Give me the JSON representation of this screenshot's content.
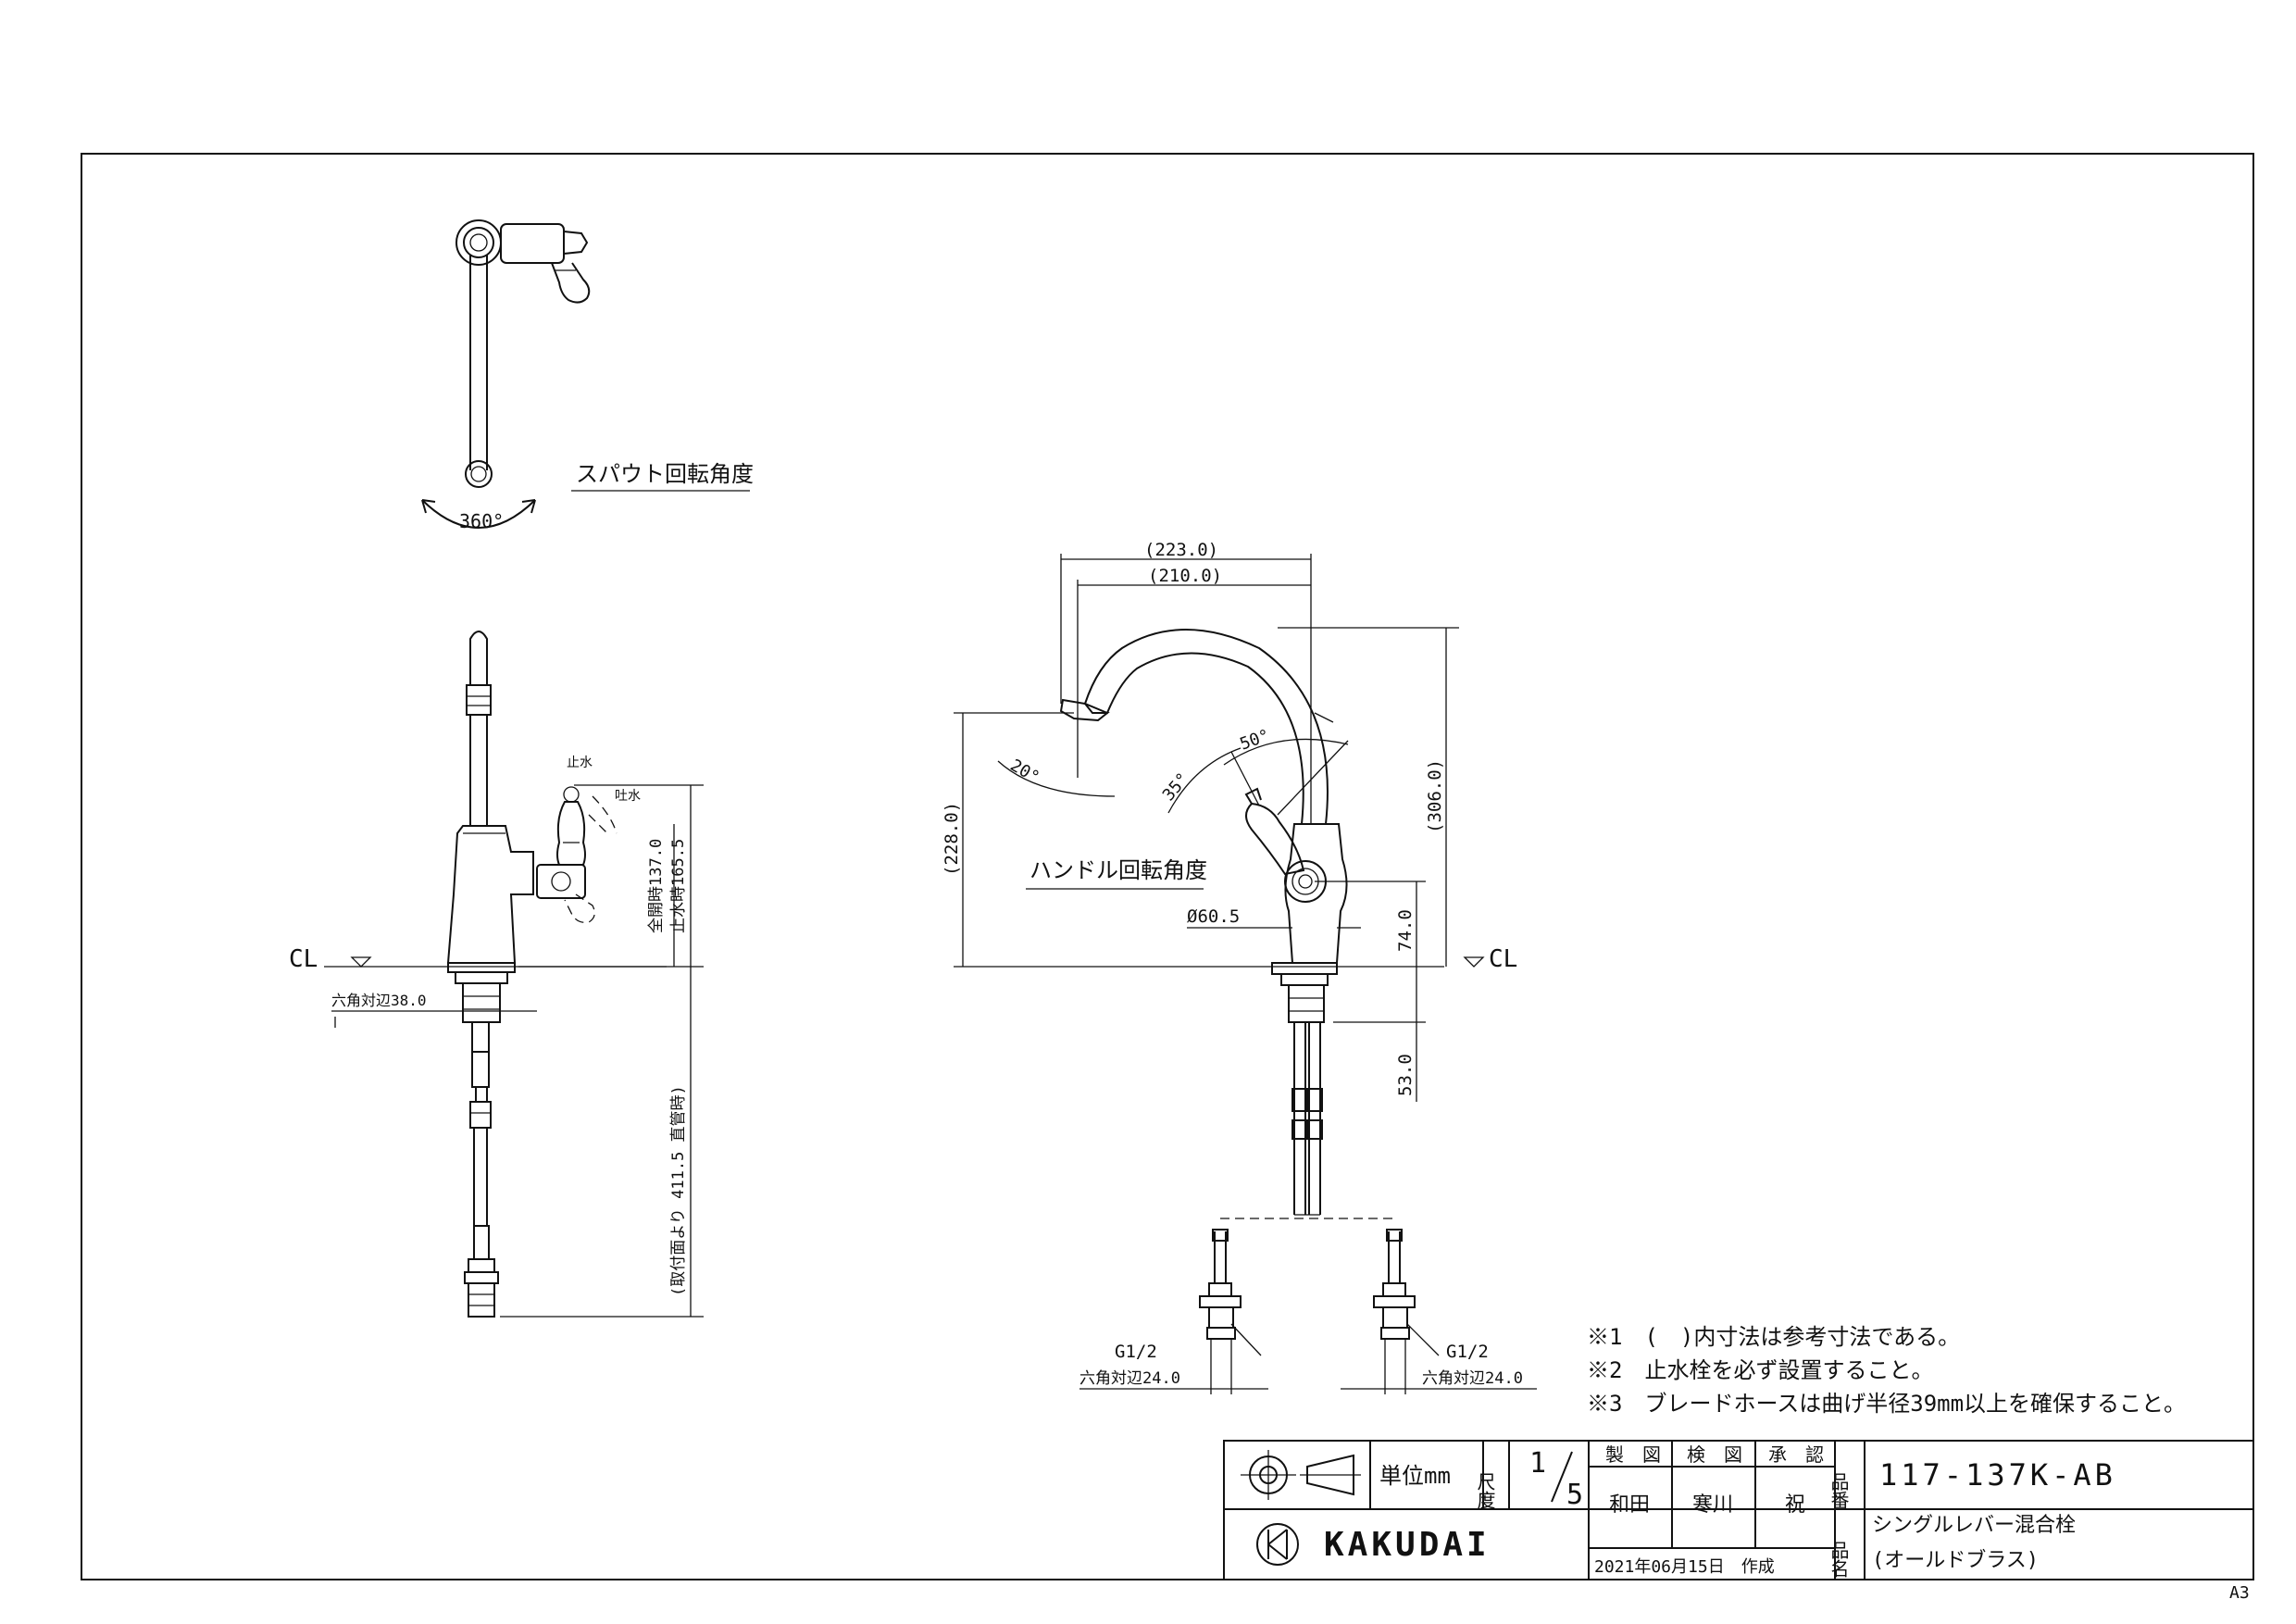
{
  "labels": {
    "spout_rotation": "スパウト回転角度",
    "spout_angle": "360°",
    "handle_rotation": "ハンドル回転角度",
    "stop_water": "止水",
    "spout_water": "吐水",
    "cl_left": "CL",
    "cl_right": "CL"
  },
  "dimensions": {
    "hex_flat_38": "六角対辺38.0",
    "full_open_137": "全開時137.0",
    "stop_165": "止水時165.5",
    "mount_411": "(取付面より 411.5 直管時)",
    "d223": "(223.0)",
    "d210": "(210.0)",
    "d306": "(306.0)",
    "d228": "(228.0)",
    "d74": "74.0",
    "d53": "53.0",
    "phi60": "Ø60.5",
    "ang20": "20°",
    "ang35": "35°",
    "ang50": "50°",
    "g12_left": "G1/2",
    "g12_right": "G1/2",
    "hex24_left": "六角対辺24.0",
    "hex24_right": "六角対辺24.0"
  },
  "notes": [
    "※1　(　)内寸法は参考寸法である。",
    "※2　止水栓を必ず設置すること。",
    "※3　ブレードホースは曲げ半径39mm以上を確保すること。"
  ],
  "title_block": {
    "unit": "単位mm",
    "scale_label": "尺度",
    "scale_num": "1",
    "scale_den": "5",
    "drawn_label": "製　図",
    "checked_label": "検　図",
    "approved_label": "承　認",
    "drawn_by": "和田",
    "checked_by": "寒川",
    "approved_by": "祝",
    "part_no_label": "品番",
    "part_no": "117-137K-AB",
    "part_name_label": "品名",
    "part_name_1": "シングルレバー混合栓",
    "part_name_2": "(オールドブラス)",
    "date": "2021年06月15日　作成",
    "company": "KAKUDAI"
  },
  "sheet_size": "A3"
}
